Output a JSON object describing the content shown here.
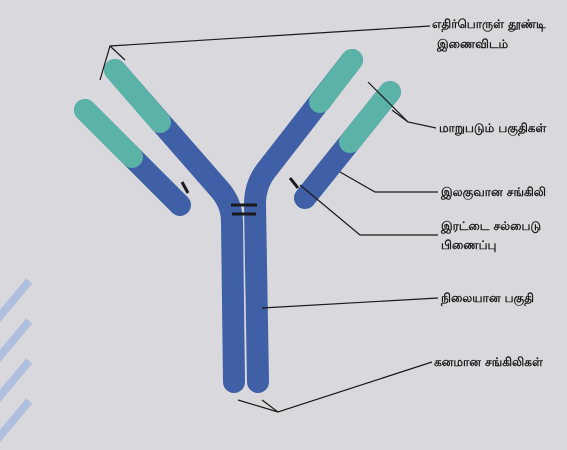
{
  "diagram": {
    "labels": {
      "antigen_binding_site_line1": "எதிர்பொருள் தூண்டி",
      "antigen_binding_site_line2": "இணைவிடம்",
      "variable_regions": "மாறுபடும் பகுதிகள்",
      "light_chain": "இலகுவான சங்கிலி",
      "disulfide_bond_line1": "இரட்டை சல்பைடு",
      "disulfide_bond_line2": "பிணைப்பு",
      "constant_region": "நிலையான பகுதி",
      "heavy_chains": "கனமான சங்கிலிகள்"
    },
    "colors": {
      "heavy_chain": "#3f5fa6",
      "variable_tip": "#5bb3a8",
      "bond": "#1a1a1a",
      "leader_line": "#1a1a1a",
      "background": "#d9d9dd"
    }
  }
}
